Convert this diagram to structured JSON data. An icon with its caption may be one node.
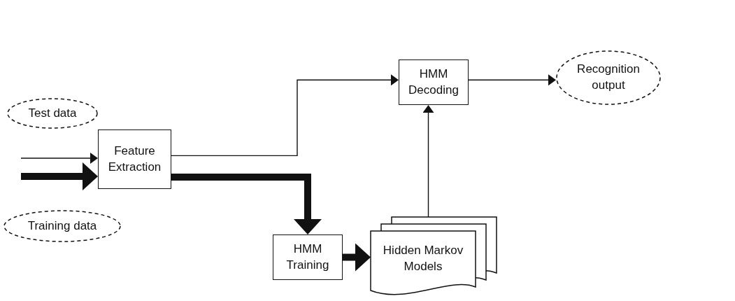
{
  "diagram": {
    "nodes": [
      {
        "text": [
          "Test data"
        ]
      },
      {
        "text": [
          "Training data"
        ]
      },
      {
        "text": [
          "Feature Extraction"
        ]
      },
      {
        "text": [
          "HMM Decoding"
        ]
      },
      {
        "text": [
          "Recognition output"
        ]
      },
      {
        "text": [
          "HMM Training"
        ]
      },
      {
        "text": [
          "Hidden Markov Models"
        ]
      }
    ],
    "edges": [
      {
        "from": null,
        "to": 2,
        "arrow": "to"
      },
      {
        "from": null,
        "to": 2,
        "arrow": "to",
        "style": "thick"
      },
      {
        "from": 2,
        "to": 3,
        "arrow": "to"
      },
      {
        "from": 2,
        "to": 5,
        "arrow": "to",
        "style": "thick"
      },
      {
        "from": 5,
        "to": 6,
        "arrow": "to",
        "style": "thick"
      },
      {
        "from": 6,
        "to": 3,
        "arrow": "to"
      },
      {
        "from": 3,
        "to": 4,
        "arrow": "to"
      }
    ]
  }
}
